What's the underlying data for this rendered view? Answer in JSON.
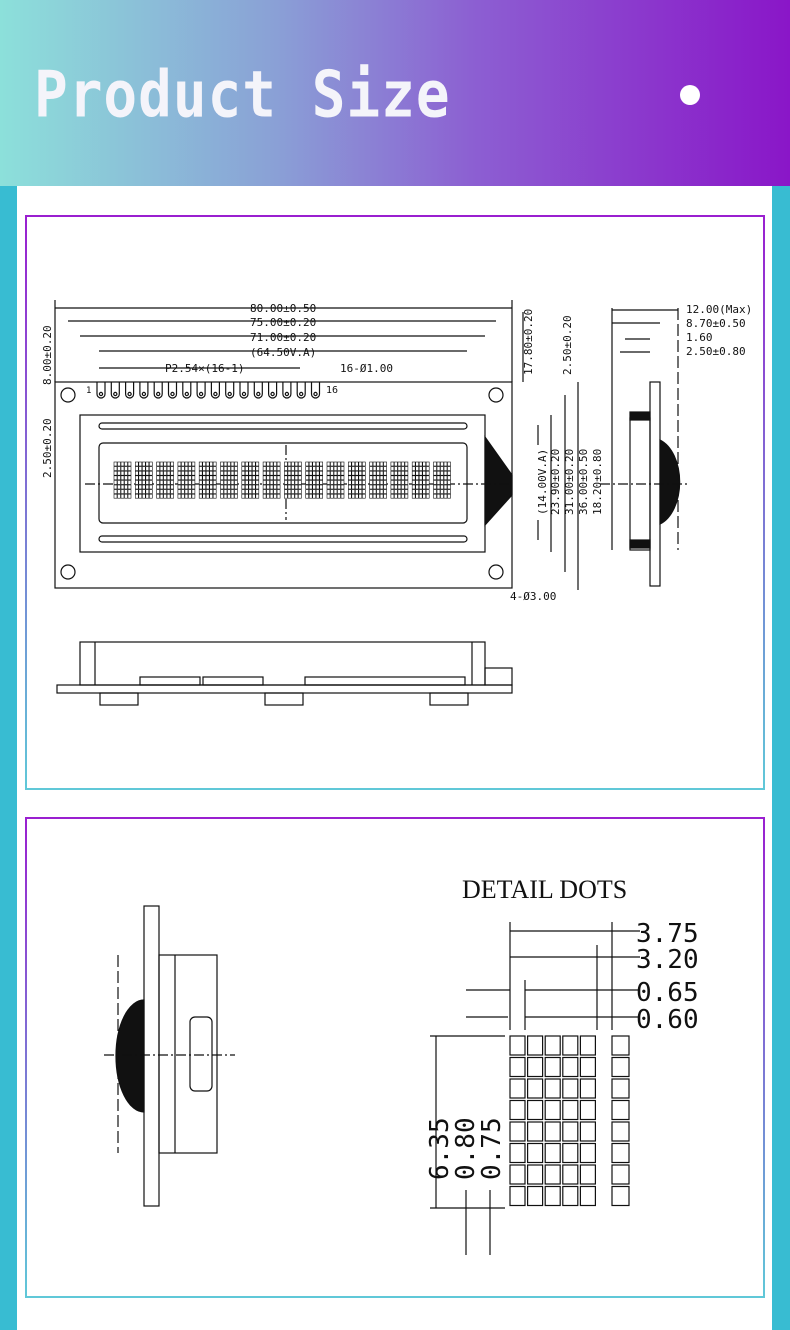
{
  "header": {
    "title": "Product Size"
  },
  "front_view": {
    "dimensions": {
      "width_total": "80.00±0.50",
      "hole_spacing_x": "75.00±0.20",
      "bezel_width": "71.00±0.20",
      "view_area_width": "(64.50V.A)",
      "pin_pitch": "P2.54×(16-1)",
      "pin_holes": "16-Ø1.00",
      "pin_first": "1",
      "pin_last": "16",
      "top_offset": "8.00±0.20",
      "left_offset": "2.50±0.20",
      "top_margin": "17.80±0.20",
      "hole_offset_y": "2.50±0.20",
      "view_area_height": "(14.00V.A)",
      "bezel_height": "23.90±0.20",
      "hole_spacing_y": "31.00±0.20",
      "height_total": "36.00±0.50",
      "module_height": "18.20±0.80",
      "mount_holes": "4-Ø3.00"
    }
  },
  "side_view": {
    "dimensions": {
      "thickness_max": "12.00(Max)",
      "body_thickness": "8.70±0.50",
      "pcb_thickness": "1.60",
      "component_height": "2.50±0.80"
    }
  },
  "detail": {
    "title": "DETAIL  DOTS",
    "dimensions": {
      "char_width": "3.75",
      "dots_width": "3.20",
      "dot_pitch_x": "0.65",
      "dot_width": "0.60",
      "char_height": "6.35",
      "dot_pitch_y": "0.80",
      "dot_height": "0.75"
    }
  }
}
